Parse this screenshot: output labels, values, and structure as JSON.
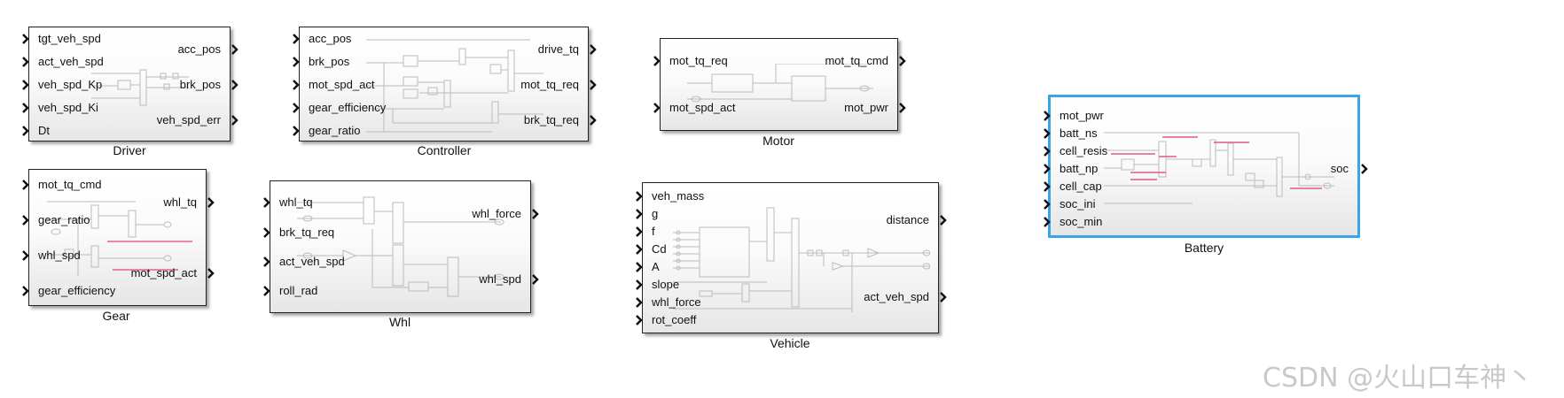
{
  "blocks": {
    "driver": {
      "name": "Driver",
      "inputs": [
        "tgt_veh_spd",
        "act_veh_spd",
        "veh_spd_Kp",
        "veh_spd_Ki",
        "Dt"
      ],
      "outputs": [
        "acc_pos",
        "brk_pos",
        "veh_spd_err"
      ]
    },
    "controller": {
      "name": "Controller",
      "inputs": [
        "acc_pos",
        "brk_pos",
        "mot_spd_act",
        "gear_efficiency",
        "gear_ratio"
      ],
      "outputs": [
        "drive_tq",
        "mot_tq_req",
        "brk_tq_req"
      ]
    },
    "motor": {
      "name": "Motor",
      "inputs": [
        "mot_tq_req",
        "mot_spd_act"
      ],
      "outputs": [
        "mot_tq_cmd",
        "mot_pwr"
      ]
    },
    "battery": {
      "name": "Battery",
      "inputs": [
        "mot_pwr",
        "batt_ns",
        "cell_resis",
        "batt_np",
        "cell_cap",
        "soc_ini",
        "soc_min"
      ],
      "outputs": [
        "soc"
      ]
    },
    "gear": {
      "name": "Gear",
      "inputs": [
        "mot_tq_cmd",
        "gear_ratio",
        "whl_spd",
        "gear_efficiency"
      ],
      "outputs": [
        "whl_tq",
        "mot_spd_act"
      ]
    },
    "whl": {
      "name": "Whl",
      "inputs": [
        "whl_tq",
        "brk_tq_req",
        "act_veh_spd",
        "roll_rad"
      ],
      "outputs": [
        "whl_force",
        "whl_spd"
      ]
    },
    "vehicle": {
      "name": "Vehicle",
      "inputs": [
        "veh_mass",
        "g",
        "f",
        "Cd",
        "A",
        "slope",
        "whl_force",
        "rot_coeff"
      ],
      "outputs": [
        "distance",
        "act_veh_spd"
      ]
    }
  },
  "watermark": "CSDN @火山口车神丶",
  "colors": {
    "selection": "#3ba3e8",
    "annotation": "#e05a8a"
  }
}
